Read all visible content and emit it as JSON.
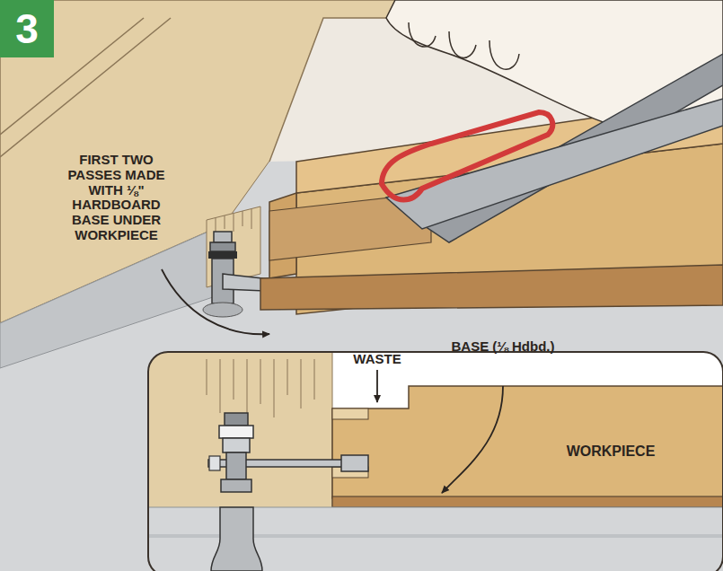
{
  "diagram": {
    "nodes": [
      {
        "text": [
          "3"
        ]
      }
    ],
    "labels": [
      "FIRST TWO PASSES MADE WITH ⅛\" HARDBOARD BASE UNDER WORKPIECE",
      "WASTE",
      "BASE (⅛ Hdbd.)",
      "WORKPIECE"
    ]
  }
}
